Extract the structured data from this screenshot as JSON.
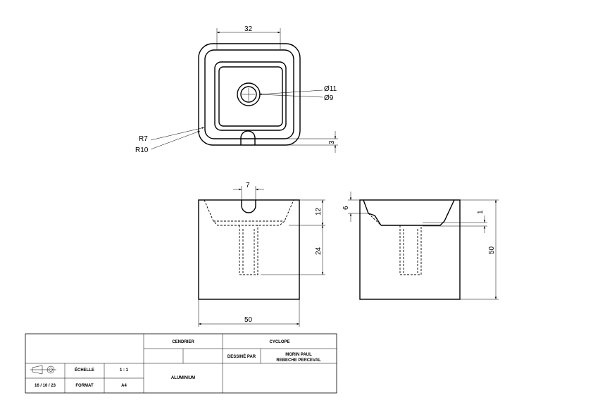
{
  "dimensions": {
    "top_width": "32",
    "hole_outer": "Ø11",
    "hole_inner": "Ø9",
    "radius_inner": "R7",
    "radius_outer": "R10",
    "wall_offset": "3",
    "slot_width": "7",
    "cup_depth": "12",
    "hole_depth": "24",
    "overall_width": "50",
    "side_depth": "6",
    "side_step": "1",
    "overall_height": "50"
  },
  "title_block": {
    "part_name": "CENDRIER",
    "project": "CYCLOPE",
    "drawn_by_label": "DESSINÉ PAR",
    "authors": [
      "MORIN PAUL",
      "REBECHE PERCEVAL"
    ],
    "scale_label": "ÉCHELLE",
    "scale_value": "1 : 1",
    "date": "16 / 10 / 23",
    "format_label": "FORMAT",
    "format_value": "A4",
    "material": "ALUMINIUM"
  }
}
